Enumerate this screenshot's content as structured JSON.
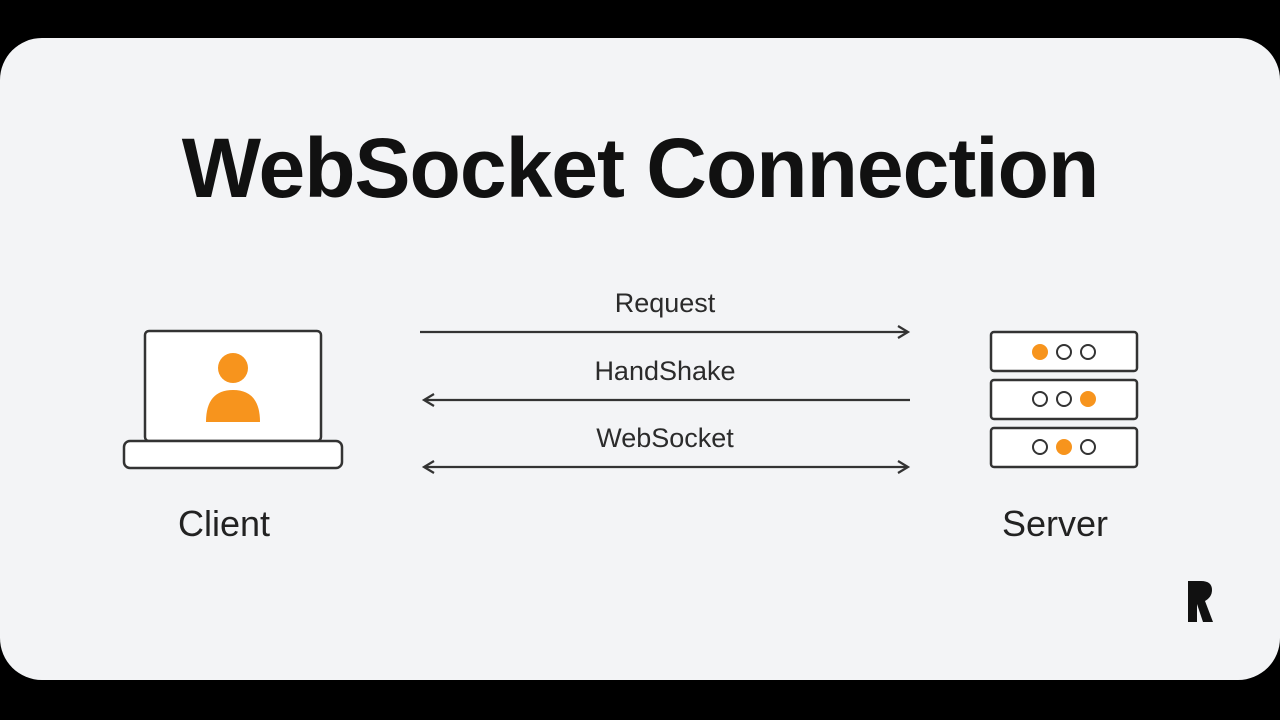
{
  "title": "WebSocket Connection",
  "nodes": {
    "client": "Client",
    "server": "Server"
  },
  "arrows": [
    {
      "label": "Request",
      "direction": "client-to-server"
    },
    {
      "label": "HandShake",
      "direction": "server-to-client"
    },
    {
      "label": "WebSocket",
      "direction": "bidirectional"
    }
  ],
  "colors": {
    "background": "#f3f4f6",
    "accent": "#f7941d",
    "ink": "#111111",
    "frame": "#000000"
  },
  "icons": {
    "client": "laptop-user-icon",
    "server": "server-rack-icon",
    "logo": "r-logo-icon"
  }
}
